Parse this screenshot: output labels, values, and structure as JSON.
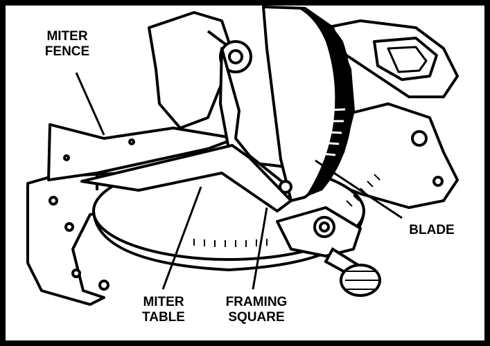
{
  "labels": {
    "miter_fence": "MITER\nFENCE",
    "miter_table": "MITER\nTABLE",
    "framing_square": "FRAMING\nSQUARE",
    "blade": "BLADE"
  },
  "colors": {
    "ink": "#000000",
    "paper": "#ffffff",
    "frame": "#000000"
  }
}
